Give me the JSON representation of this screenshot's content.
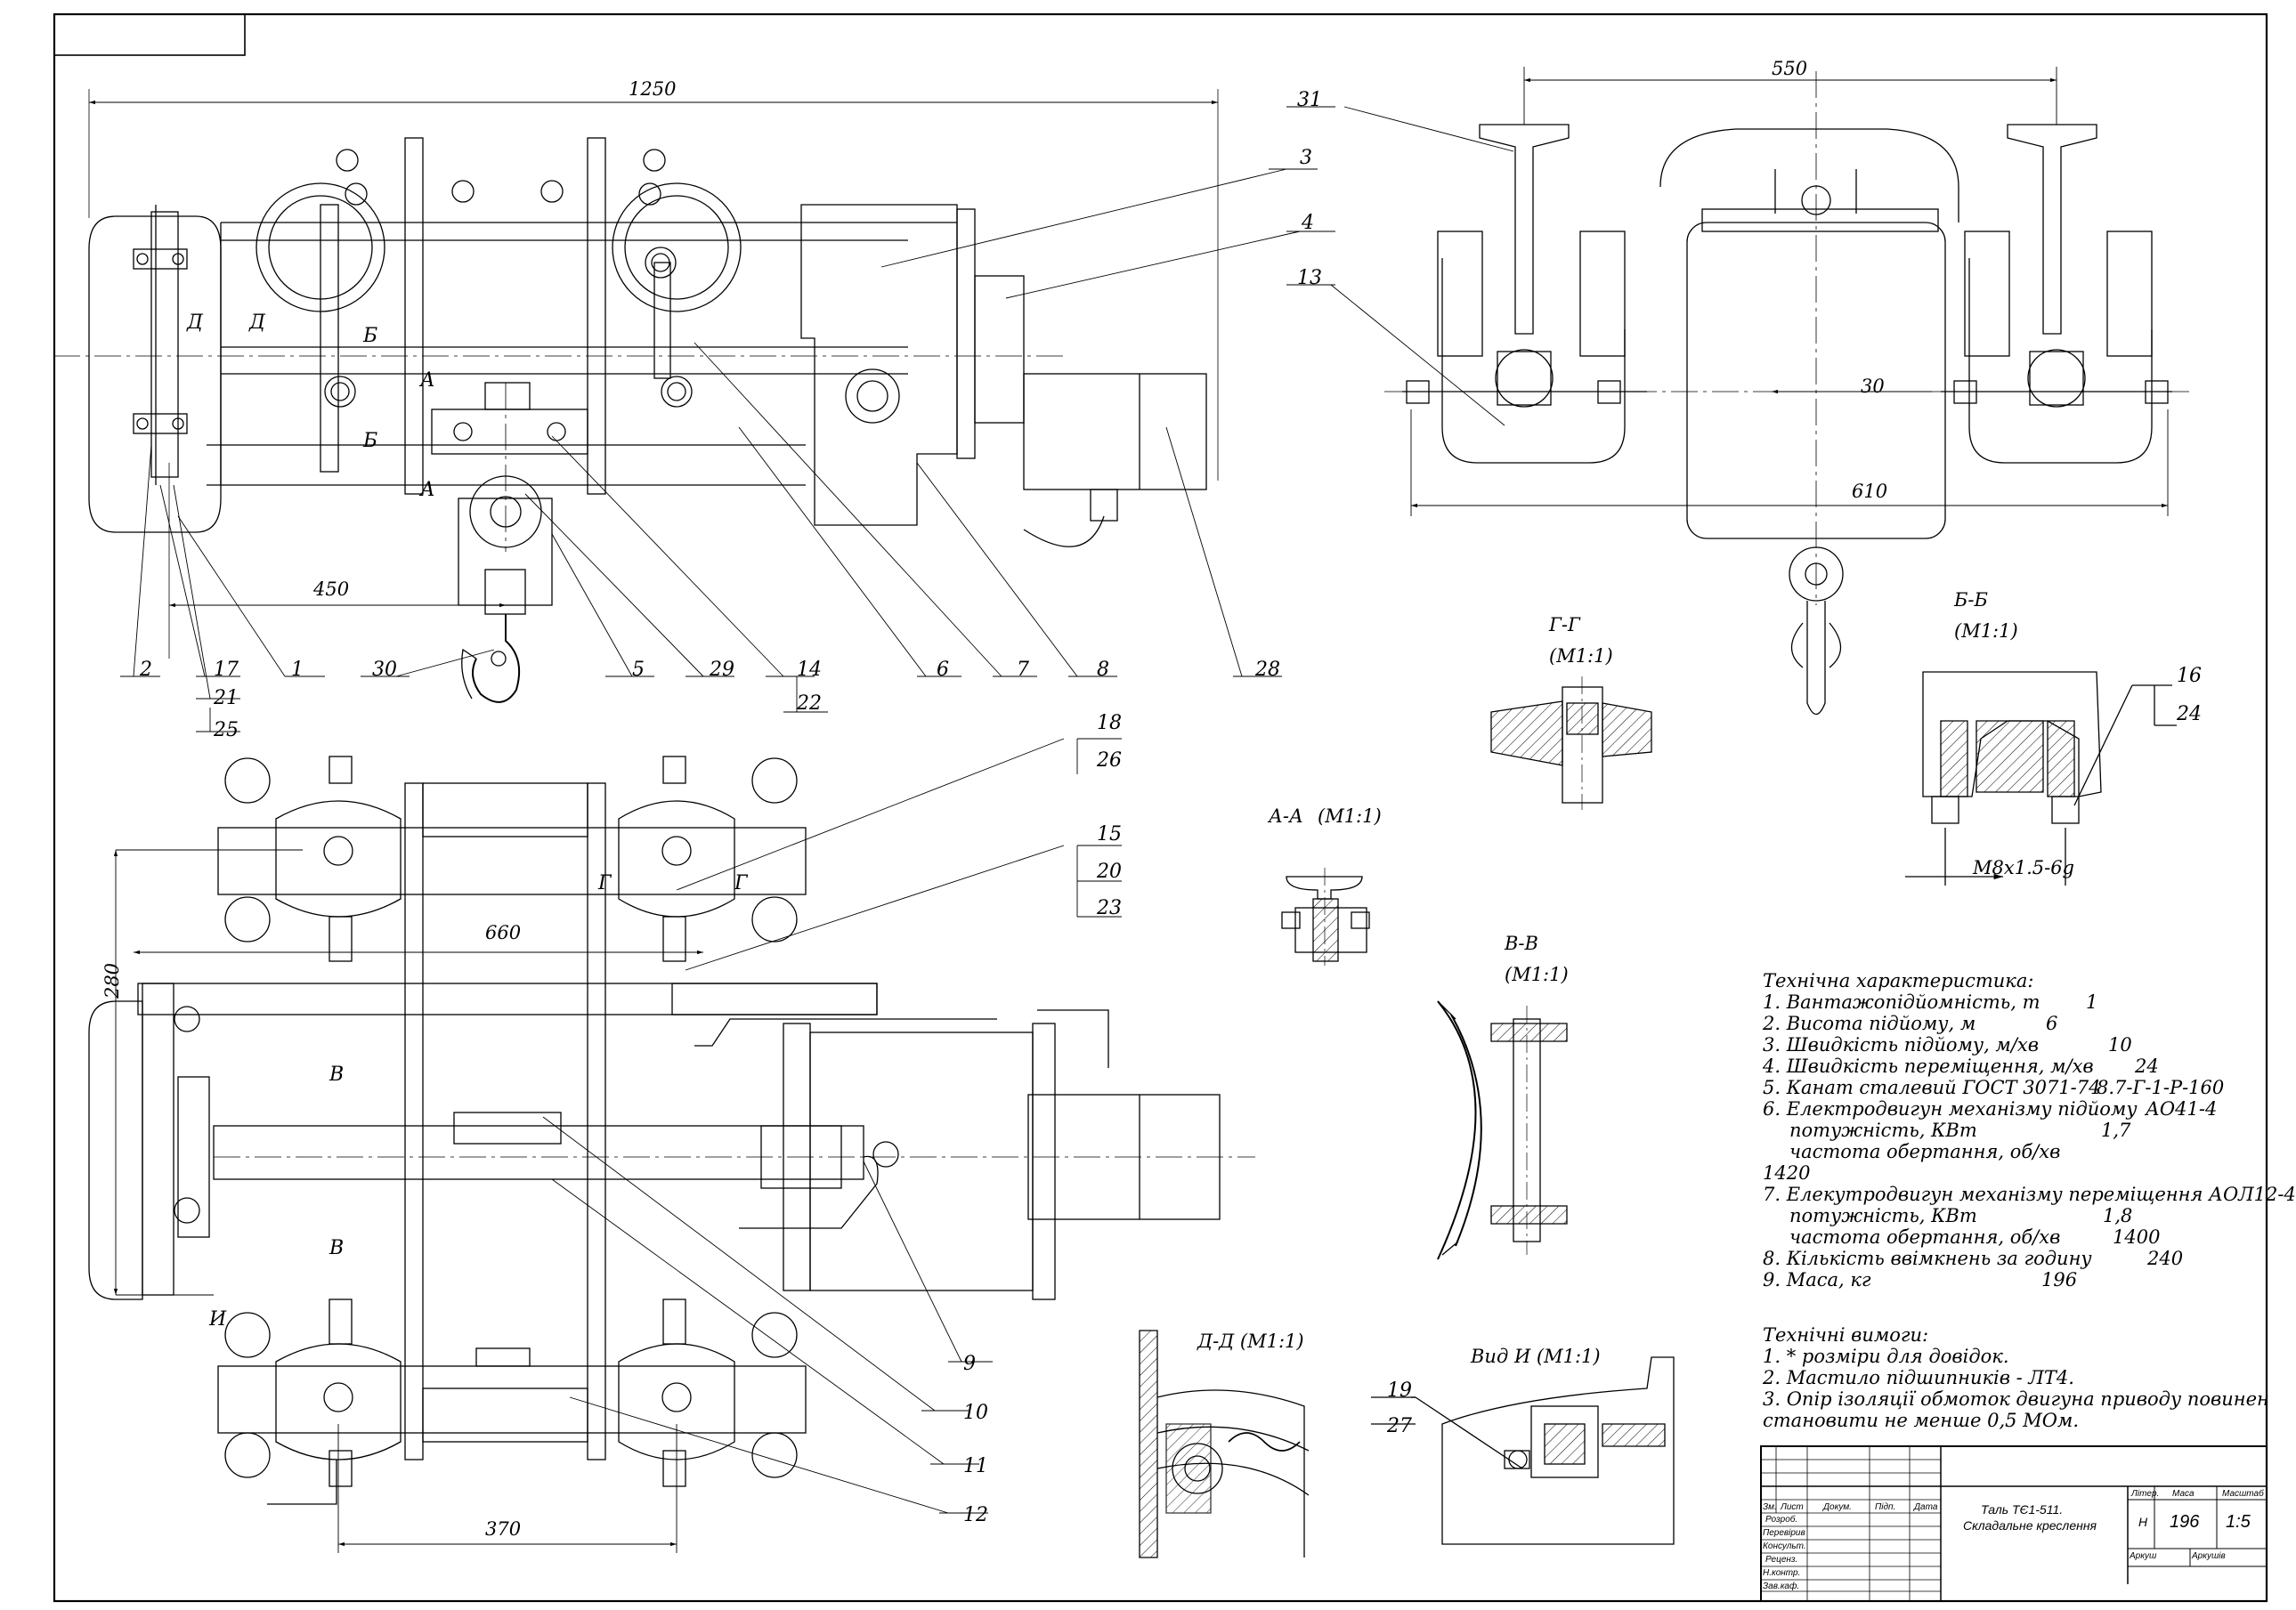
{
  "dimensions": {
    "d1250": "1250",
    "d550": "550",
    "d30": "30",
    "d610": "610",
    "d450": "450",
    "d660": "660",
    "d280": "280",
    "d370": "370"
  },
  "callouts": [
    "2",
    "17",
    "21",
    "25",
    "1",
    "30",
    "5",
    "29",
    "14",
    "22",
    "6",
    "7",
    "8",
    "28",
    "3",
    "4",
    "13",
    "31",
    "18",
    "26",
    "15",
    "20",
    "23",
    "16",
    "24",
    "9",
    "10",
    "11",
    "12",
    "19",
    "27"
  ],
  "section_marks": {
    "a": "А",
    "b": "Б",
    "d": "Д",
    "v": "В",
    "g": "Г",
    "i": "И"
  },
  "section_titles": {
    "gg": "Г-Г",
    "gg_scale": "(М1:1)",
    "bb": "Б-Б",
    "bb_scale": "(М1:1)",
    "aa": "А-А",
    "aa_scale": "(М1:1)",
    "vv": "В-В",
    "vv_scale": "(М1:1)",
    "dd": "Д-Д (М1:1)",
    "vid": "Вид И (М1:1)",
    "thread": "М8х1.5-6g"
  },
  "specs": {
    "title": "Технічна характеристика:",
    "lines": [
      {
        "label": "1. Вантажопідйомність, т",
        "value": "1"
      },
      {
        "label": "2. Висота підйому, м",
        "value": "6"
      },
      {
        "label": "3. Швидкість підйому, м/хв",
        "value": "10"
      },
      {
        "label": "4. Швидкість переміщення, м/хв",
        "value": "24"
      },
      {
        "label": "5. Канат сталевий ГОСТ 3071-74",
        "value": "8.7-Г-1-Р-160"
      },
      {
        "label": "6. Електродвигун механізму підйому",
        "value": "АО41-4"
      },
      {
        "label": "потужність, КВт",
        "value": "1,7"
      },
      {
        "label": "частота обертання, об/хв",
        "value": ""
      },
      {
        "label": "1420",
        "value": ""
      },
      {
        "label": "7. Елекутродвигун механізму переміщення АОЛ12-4",
        "value": ""
      },
      {
        "label": "потужність, КВт",
        "value": "1,8"
      },
      {
        "label": "частота обертання, об/хв",
        "value": "1400"
      },
      {
        "label": "8. Кількість ввімкнень за годину",
        "value": "240"
      },
      {
        "label": "9. Маса, кг",
        "value": "196"
      }
    ]
  },
  "requirements": {
    "title": "Технічні вимоги:",
    "lines": [
      "1. * розміри для довідок.",
      "2. Мастило підшипників - ЛТ4.",
      "3. Опір ізоляції обмоток двигуна приводу повинен",
      "становити не менше 0,5 МОм."
    ]
  },
  "title_block": {
    "name": "Таль ТЄ1-511.",
    "subtitle": "Складальне креслення",
    "col_izm": "Зм.",
    "col_list": "Лист",
    "col_doc": "Докум.",
    "col_sign": "Підп.",
    "col_date": "Дата",
    "rows": [
      "Розроб.",
      "Перевірив",
      "Консульт.",
      "Реценз.",
      "Н.контр.",
      "Зав.каф."
    ],
    "h_liter": "Літер.",
    "h_mass": "Маса",
    "h_scale": "Масштаб",
    "liter": "Н",
    "mass": "196",
    "scale": "1:5",
    "sheet": "Аркуш",
    "sheets": "Аркушів"
  }
}
